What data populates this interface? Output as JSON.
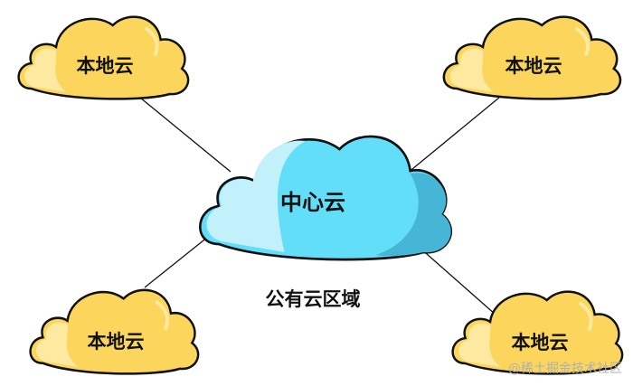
{
  "colors": {
    "local_cloud": "#fcd65c",
    "local_cloud_highlight": "#fdeaa0",
    "center_cloud": "#62def8",
    "center_cloud_highlight": "#c2f1fc",
    "center_cloud_shadow": "#45b6d6",
    "outline": "#111111"
  },
  "center": {
    "label": "中心云",
    "region_label": "公有云区域"
  },
  "nodes": [
    {
      "label": "本地云"
    },
    {
      "label": "本地云"
    },
    {
      "label": "本地云"
    },
    {
      "label": "本地云"
    }
  ],
  "watermark": "@稀土掘金技术社区"
}
